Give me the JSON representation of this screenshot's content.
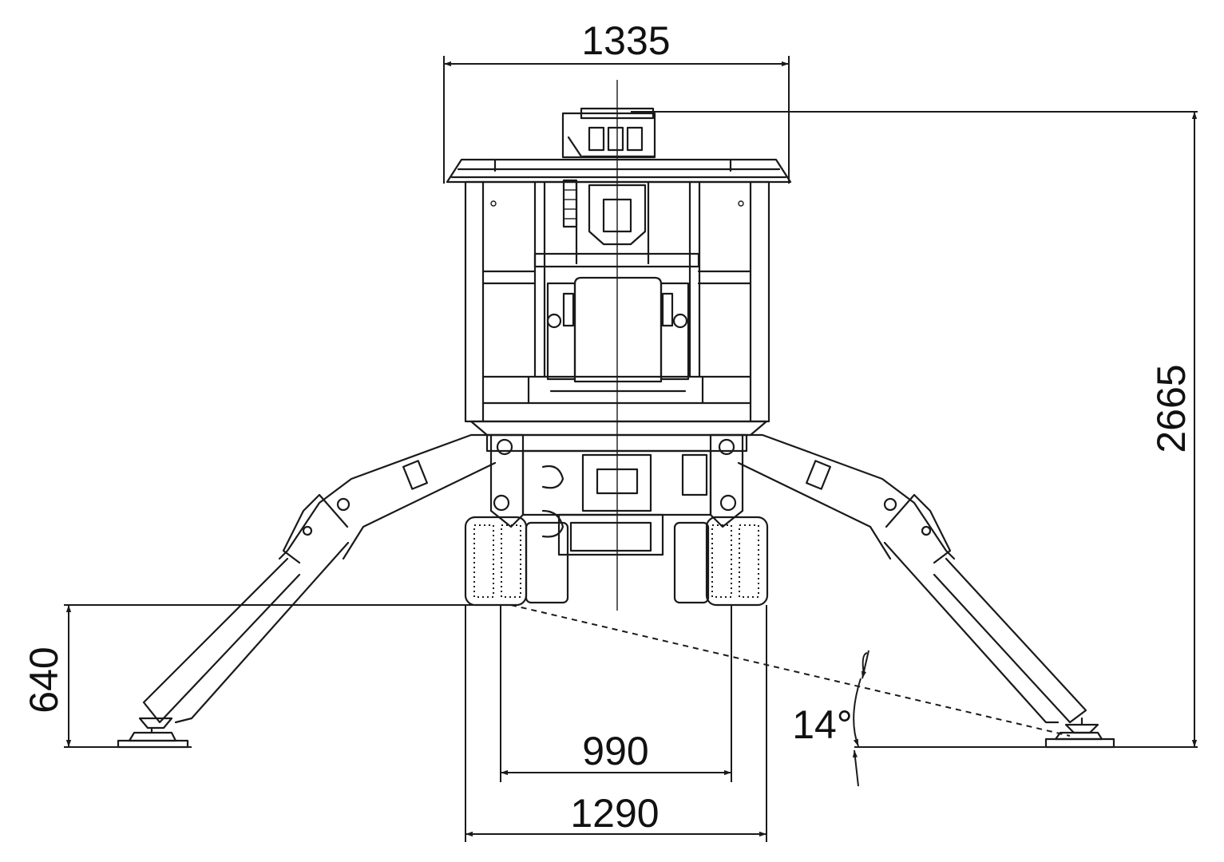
{
  "dimensions": {
    "platform_width": "1335",
    "overall_height": "2665",
    "outrigger_lift": "640",
    "track_inner": "990",
    "track_outer": "1290",
    "slope_angle": "14°"
  },
  "colors": {
    "line": "#1a1a1a",
    "background": "#ffffff"
  }
}
